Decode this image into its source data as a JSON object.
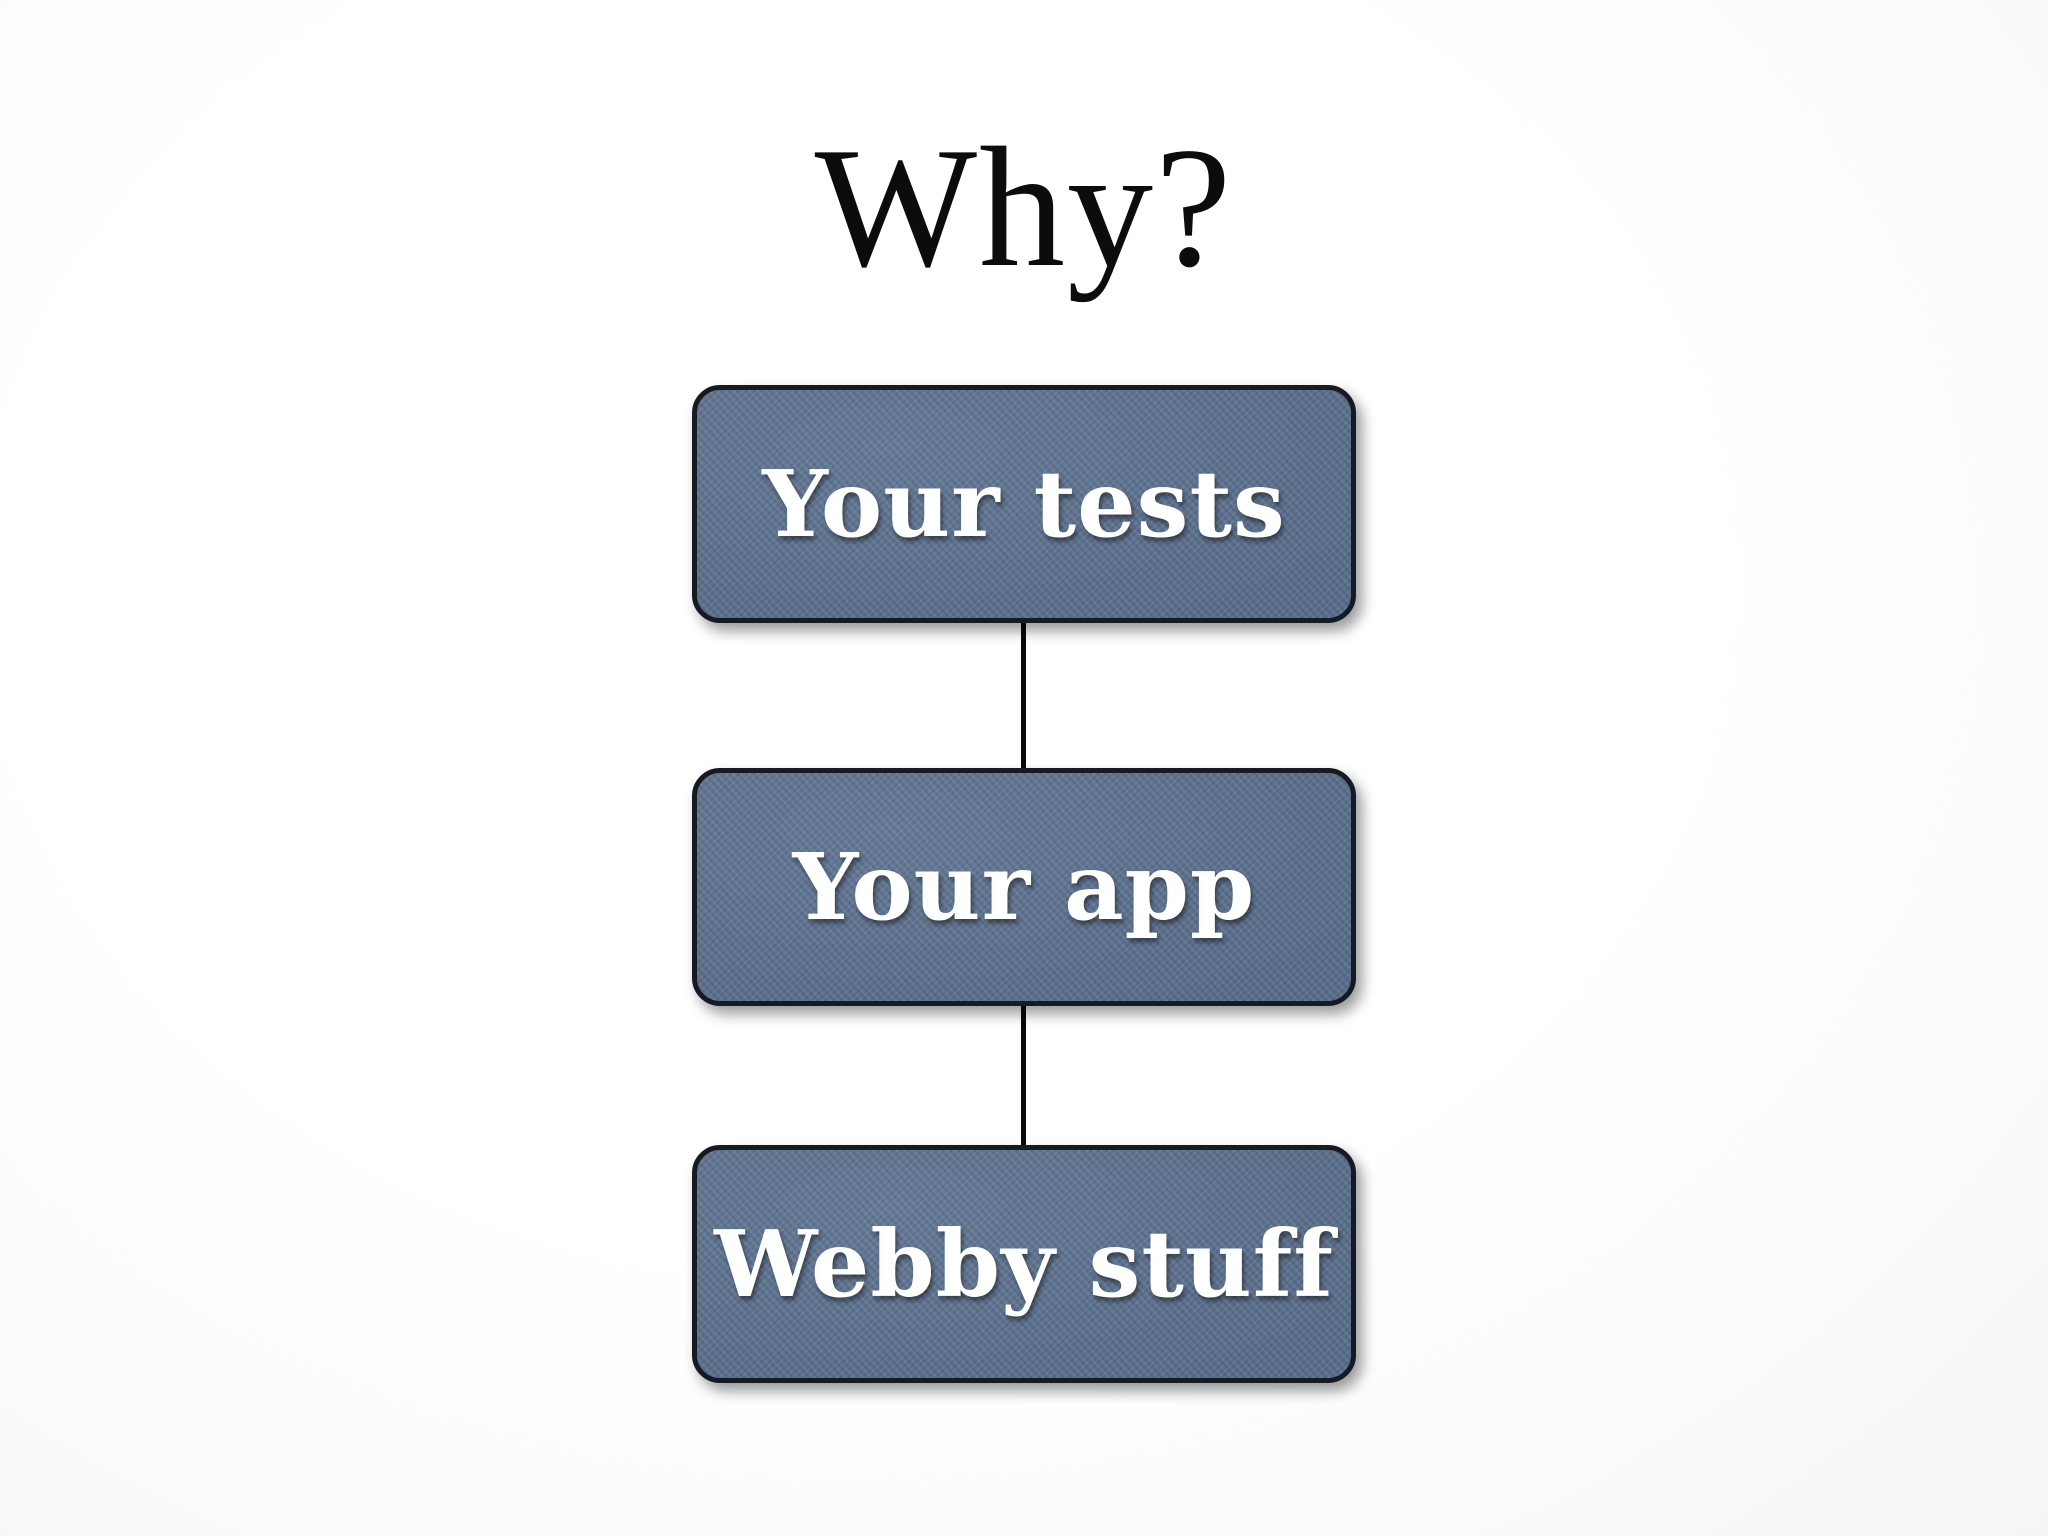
{
  "slide": {
    "title": "Why?",
    "diagram": {
      "boxes": [
        {
          "id": "your-tests",
          "label": "Your tests"
        },
        {
          "id": "your-app",
          "label": "Your app"
        },
        {
          "id": "webby-stuff",
          "label": "Webby stuff"
        }
      ],
      "connector_count": 2
    },
    "colors": {
      "background": "#ffffff",
      "title_text": "#0c0c0c",
      "box_fill": "#5d7392",
      "box_border": "#161a22",
      "box_text": "#ffffff",
      "connector": "#0a0a0a"
    }
  }
}
